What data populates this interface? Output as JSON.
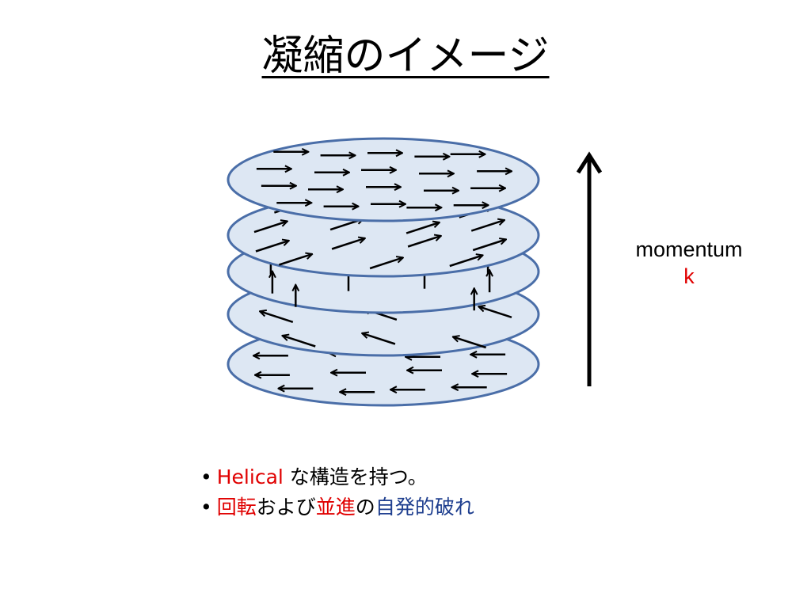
{
  "title": "凝縮のイメージ",
  "momentum": {
    "label": "momentum",
    "symbol": "k"
  },
  "bullets": [
    {
      "marker": "•",
      "helical": "Helical",
      "rest": " な構造を持つ。"
    },
    {
      "marker": "•",
      "rotation": "回転",
      "and": "および",
      "translation": "並進",
      "no": "の",
      "ssb": "自発的破れ"
    }
  ],
  "colors": {
    "disc_fill": "#dde7f3",
    "disc_stroke": "#4a6ea8",
    "arrow": "#000000",
    "highlight_red": "#e00000",
    "highlight_blue": "#1f3f8f"
  },
  "layers": [
    {
      "direction": "right",
      "arrow_angle_deg": 0,
      "arrow_count": 20
    },
    {
      "direction": "up-right",
      "arrow_angle_deg": -18,
      "arrow_count": 15
    },
    {
      "direction": "up",
      "arrow_angle_deg": -90,
      "arrow_count": 14
    },
    {
      "direction": "up-left",
      "arrow_angle_deg": 198,
      "arrow_count": 9
    },
    {
      "direction": "left",
      "arrow_angle_deg": 180,
      "arrow_count": 16
    }
  ]
}
